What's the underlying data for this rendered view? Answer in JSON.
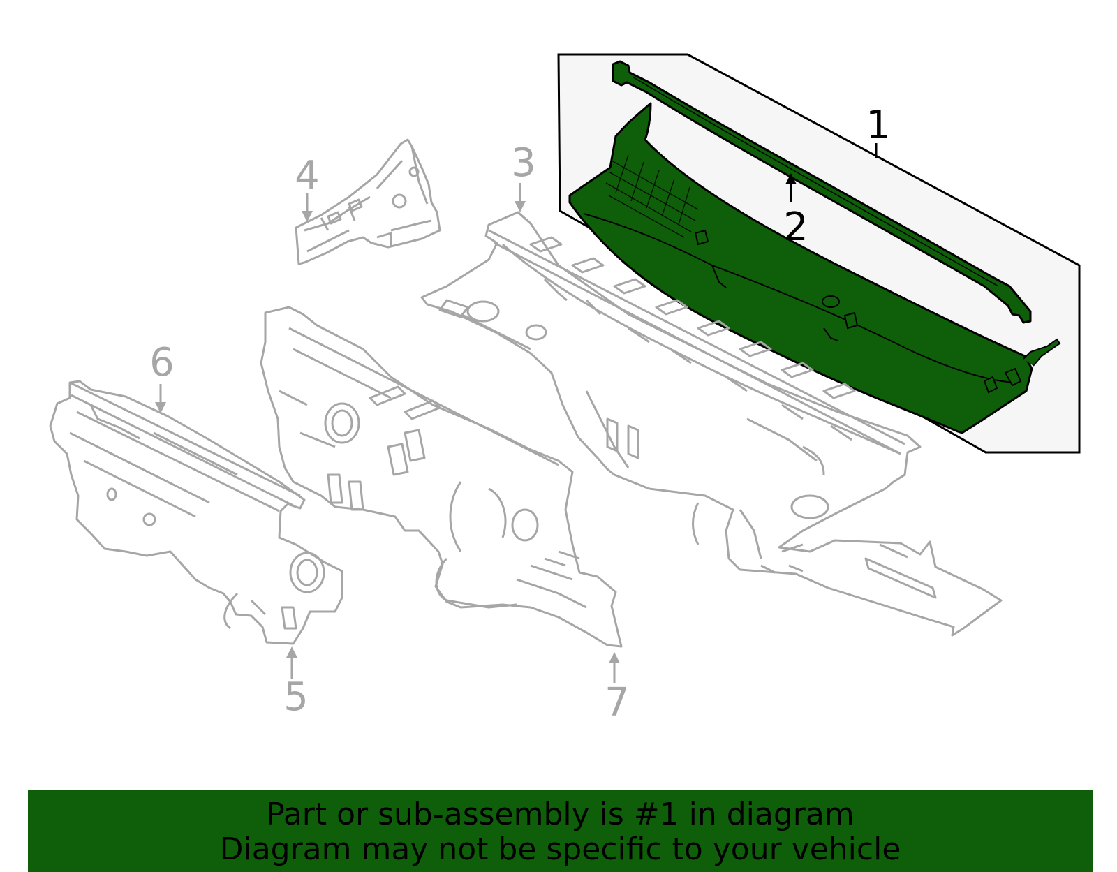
{
  "colors": {
    "highlight_fill": "#0f5f0a",
    "ghost_stroke": "#a6a6a6",
    "inset_background": "#f6f6f6",
    "banner_background": "#0f5f0a"
  },
  "callouts": {
    "c1": "1",
    "c2": "2",
    "c3": "3",
    "c4": "4",
    "c5": "5",
    "c6": "6",
    "c7": "7"
  },
  "banner": {
    "line1": "Part or sub-assembly is #1 in diagram",
    "line2": "Diagram may not be specific to your vehicle"
  }
}
